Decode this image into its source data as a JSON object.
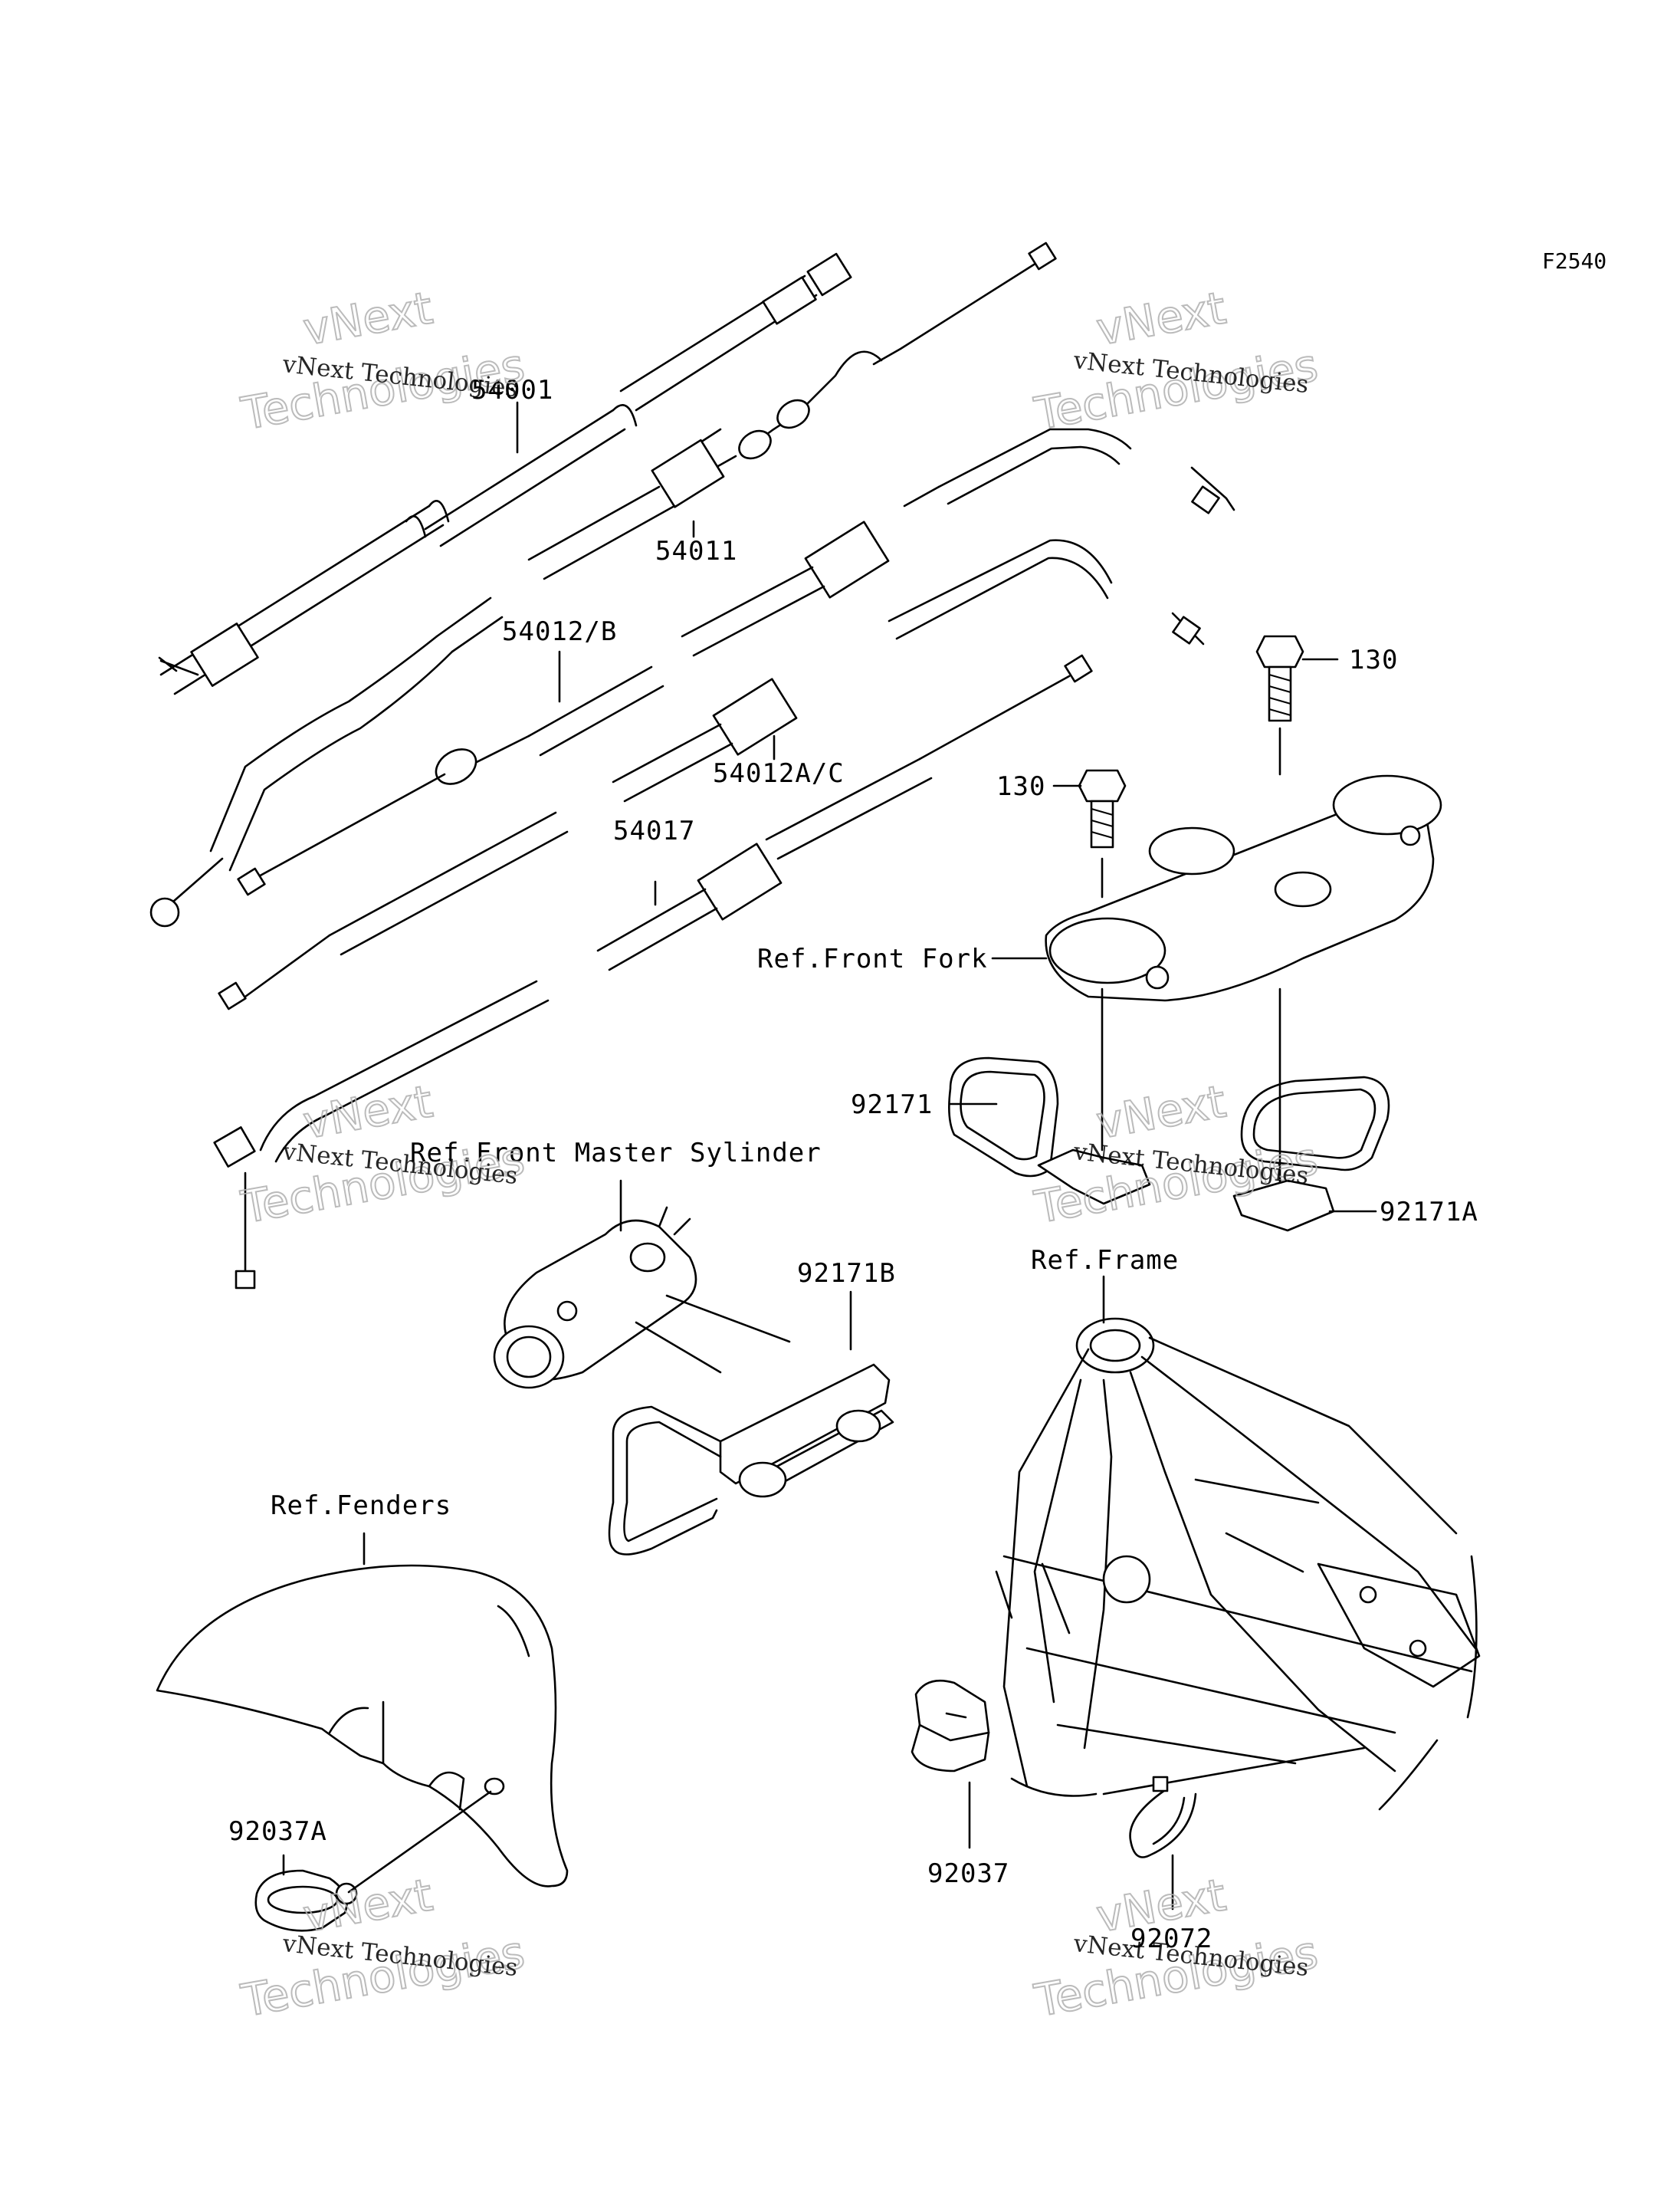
{
  "diagram_code": "F2540",
  "watermark": {
    "line1": "vNext Technologies",
    "line2a": "vNext",
    "line2b": "Technologies"
  },
  "parts": {
    "p54001": "54001",
    "p54011": "54011",
    "p54012B": "54012/B",
    "p54012AC": "54012A/C",
    "p54017": "54017",
    "p130a": "130",
    "p130b": "130",
    "p92171": "92171",
    "p92171A": "92171A",
    "p92171B": "92171B",
    "p92037": "92037",
    "p92037A": "92037A",
    "p92072": "92072"
  },
  "refs": {
    "front_fork": "Ref.Front Fork",
    "master_cyl": "Ref.Front Master Sylinder",
    "frame": "Ref.Frame",
    "fenders": "Ref.Fenders"
  }
}
